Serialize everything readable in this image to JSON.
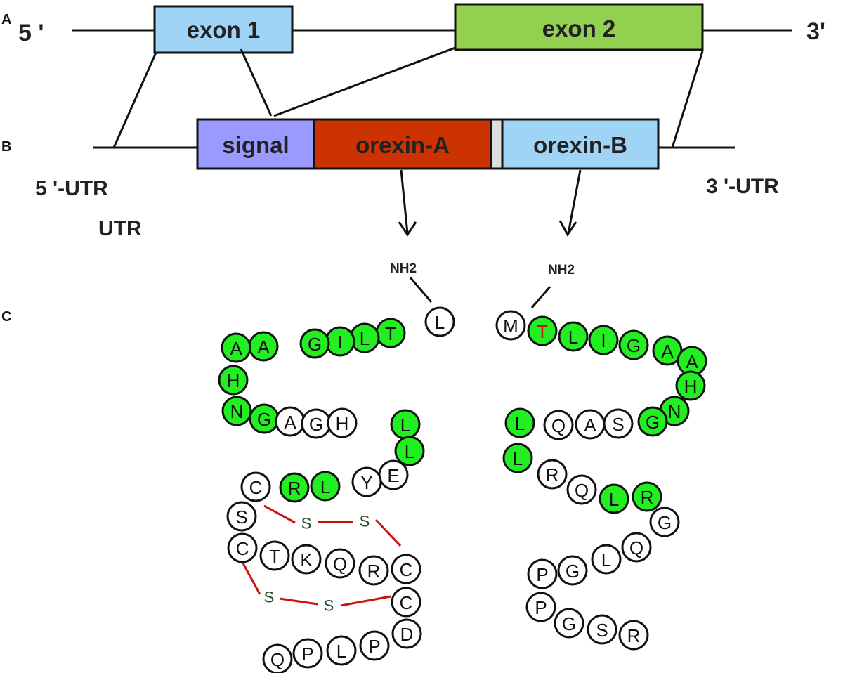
{
  "panels": {
    "a": "A",
    "b": "B",
    "c": "C"
  },
  "gene": {
    "five_prime": "5 '",
    "three_prime": "3'",
    "exon1": {
      "label": "exon 1",
      "color": "#9fd4f7"
    },
    "exon2": {
      "label": "exon 2",
      "color": "#92d050"
    }
  },
  "mrna": {
    "five_utr": "5 '-UTR",
    "utr_extra": "UTR",
    "three_utr": "3 '-UTR",
    "segments": [
      {
        "label": "signal",
        "color": "#9999ff"
      },
      {
        "label": "orexin-A",
        "color": "#cc3300"
      },
      {
        "label": "",
        "color": "#dddddd"
      },
      {
        "label": "orexin-B",
        "color": "#9fd4f7"
      }
    ]
  },
  "peptides": {
    "highlight_color": "#22ee22",
    "plain_color": "#ffffff",
    "disulfide_color": "#cc1111",
    "orexin_a": {
      "terminus_label": "NH2",
      "sequence": [
        {
          "aa": "L",
          "hl": false
        },
        {
          "aa": "T",
          "hl": true
        },
        {
          "aa": "L",
          "hl": true
        },
        {
          "aa": "I",
          "hl": true
        },
        {
          "aa": "G",
          "hl": true
        },
        {
          "aa": "A",
          "hl": true
        },
        {
          "aa": "A",
          "hl": true
        },
        {
          "aa": "H",
          "hl": true
        },
        {
          "aa": "N",
          "hl": true
        },
        {
          "aa": "G",
          "hl": true
        },
        {
          "aa": "A",
          "hl": false
        },
        {
          "aa": "G",
          "hl": false
        },
        {
          "aa": "H",
          "hl": false
        },
        {
          "aa": "L",
          "hl": true
        },
        {
          "aa": "L",
          "hl": true
        },
        {
          "aa": "E",
          "hl": false
        },
        {
          "aa": "Y",
          "hl": false
        },
        {
          "aa": "L",
          "hl": true
        },
        {
          "aa": "R",
          "hl": true
        },
        {
          "aa": "C",
          "hl": false
        },
        {
          "aa": "S",
          "hl": false
        },
        {
          "aa": "C",
          "hl": false
        },
        {
          "aa": "T",
          "hl": false
        },
        {
          "aa": "K",
          "hl": false
        },
        {
          "aa": "Q",
          "hl": false
        },
        {
          "aa": "R",
          "hl": false
        },
        {
          "aa": "C",
          "hl": false
        },
        {
          "aa": "C",
          "hl": false
        },
        {
          "aa": "D",
          "hl": false
        },
        {
          "aa": "P",
          "hl": false
        },
        {
          "aa": "L",
          "hl": false
        },
        {
          "aa": "P",
          "hl": false
        },
        {
          "aa": "Q",
          "hl": false
        }
      ],
      "disulfide_bonds": [
        {
          "from": "C6",
          "to": "C12",
          "label": "S"
        },
        {
          "from": "C7",
          "to": "C14",
          "label": "S"
        }
      ]
    },
    "orexin_b": {
      "terminus_label": "NH2",
      "red_letter_color": "#cc1111",
      "sequence": [
        {
          "aa": "M",
          "hl": false
        },
        {
          "aa": "T",
          "hl": true,
          "red": true
        },
        {
          "aa": "L",
          "hl": true
        },
        {
          "aa": "I",
          "hl": true
        },
        {
          "aa": "G",
          "hl": true
        },
        {
          "aa": "A",
          "hl": true
        },
        {
          "aa": "A",
          "hl": true
        },
        {
          "aa": "H",
          "hl": true
        },
        {
          "aa": "N",
          "hl": true
        },
        {
          "aa": "G",
          "hl": true
        },
        {
          "aa": "S",
          "hl": false
        },
        {
          "aa": "A",
          "hl": false
        },
        {
          "aa": "Q",
          "hl": false
        },
        {
          "aa": "L",
          "hl": true
        },
        {
          "aa": "L",
          "hl": true
        },
        {
          "aa": "R",
          "hl": false
        },
        {
          "aa": "Q",
          "hl": false
        },
        {
          "aa": "L",
          "hl": true
        },
        {
          "aa": "R",
          "hl": true
        },
        {
          "aa": "G",
          "hl": false
        },
        {
          "aa": "Q",
          "hl": false
        },
        {
          "aa": "L",
          "hl": false
        },
        {
          "aa": "G",
          "hl": false
        },
        {
          "aa": "P",
          "hl": false
        },
        {
          "aa": "P",
          "hl": false
        },
        {
          "aa": "G",
          "hl": false
        },
        {
          "aa": "S",
          "hl": false
        },
        {
          "aa": "R",
          "hl": false
        }
      ]
    }
  }
}
